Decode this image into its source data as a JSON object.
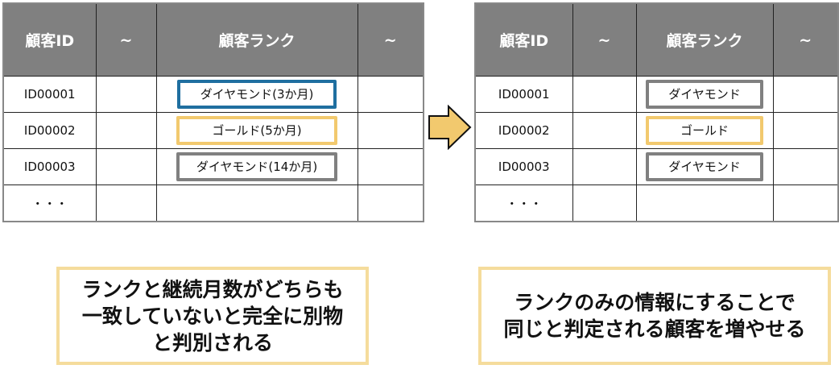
{
  "before_table": {
    "headers": [
      "顧客ID",
      "~",
      "顧客ランク",
      "~"
    ],
    "rows": [
      {
        "id": "ID00001",
        "rank": "ダイヤモンド(3か月)",
        "color": "#1f6fa0"
      },
      {
        "id": "ID00002",
        "rank": "ゴールド(5か月)",
        "color": "#f2c96e"
      },
      {
        "id": "ID00003",
        "rank": "ダイヤモンド(14か月)",
        "color": "#808080"
      },
      {
        "id": "・・・"
      }
    ]
  },
  "after_table": {
    "headers": [
      "顧客ID",
      "~",
      "顧客ランク",
      "~"
    ],
    "rows": [
      {
        "id": "ID00001",
        "rank": "ダイヤモンド",
        "color": "#808080"
      },
      {
        "id": "ID00002",
        "rank": "ゴールド",
        "color": "#f2c96e"
      },
      {
        "id": "ID00003",
        "rank": "ダイヤモンド",
        "color": "#808080"
      },
      {
        "id": "・・・"
      }
    ]
  },
  "arrow_color": "#f2c96e",
  "notes": {
    "left": [
      "ランクと継続月数がどちらも",
      "一致していないと完全に別物",
      "と判別される"
    ],
    "right": [
      "ランクのみの情報にすることで",
      "同じと判定される顧客を増やせる"
    ]
  }
}
